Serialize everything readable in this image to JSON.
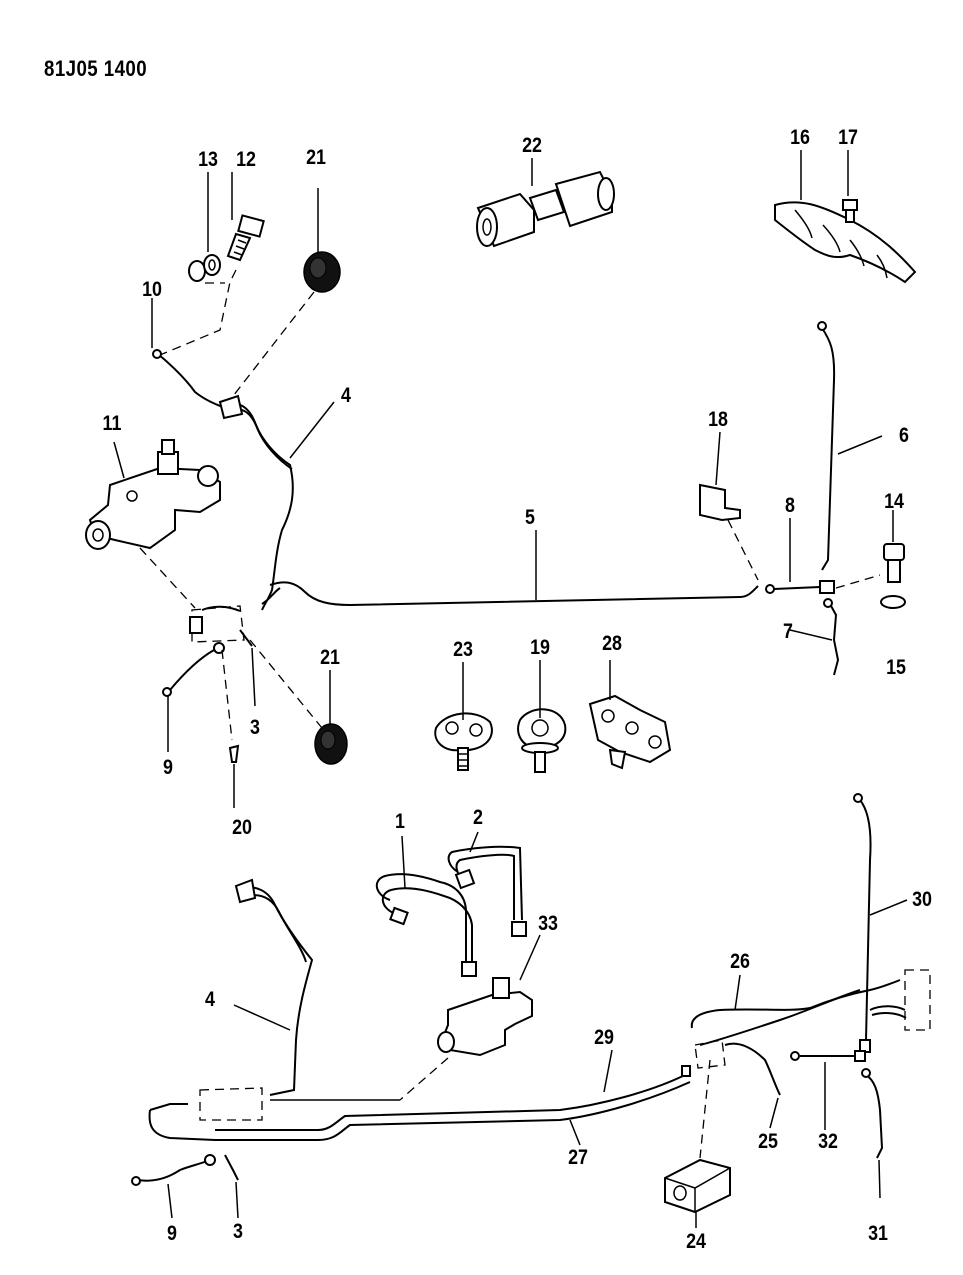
{
  "diagram": {
    "reference_code": "81J05 1400",
    "callouts": [
      {
        "id": "c1",
        "text": "1"
      },
      {
        "id": "c2",
        "text": "2"
      },
      {
        "id": "c3a",
        "text": "3"
      },
      {
        "id": "c3b",
        "text": "3"
      },
      {
        "id": "c4a",
        "text": "4"
      },
      {
        "id": "c4b",
        "text": "4"
      },
      {
        "id": "c5",
        "text": "5"
      },
      {
        "id": "c6",
        "text": "6"
      },
      {
        "id": "c7",
        "text": "7"
      },
      {
        "id": "c8",
        "text": "8"
      },
      {
        "id": "c9a",
        "text": "9"
      },
      {
        "id": "c9b",
        "text": "9"
      },
      {
        "id": "c10",
        "text": "10"
      },
      {
        "id": "c11",
        "text": "11"
      },
      {
        "id": "c12",
        "text": "12"
      },
      {
        "id": "c13",
        "text": "13"
      },
      {
        "id": "c14",
        "text": "14"
      },
      {
        "id": "c15",
        "text": "15"
      },
      {
        "id": "c16",
        "text": "16"
      },
      {
        "id": "c17",
        "text": "17"
      },
      {
        "id": "c18",
        "text": "18"
      },
      {
        "id": "c19",
        "text": "19"
      },
      {
        "id": "c20",
        "text": "20"
      },
      {
        "id": "c21a",
        "text": "21"
      },
      {
        "id": "c21b",
        "text": "21"
      },
      {
        "id": "c22",
        "text": "22"
      },
      {
        "id": "c23",
        "text": "23"
      },
      {
        "id": "c24",
        "text": "24"
      },
      {
        "id": "c25",
        "text": "25"
      },
      {
        "id": "c26",
        "text": "26"
      },
      {
        "id": "c27",
        "text": "27"
      },
      {
        "id": "c28",
        "text": "28"
      },
      {
        "id": "c29",
        "text": "29"
      },
      {
        "id": "c30",
        "text": "30"
      },
      {
        "id": "c31",
        "text": "31"
      },
      {
        "id": "c32",
        "text": "32"
      },
      {
        "id": "c33",
        "text": "33"
      }
    ]
  }
}
